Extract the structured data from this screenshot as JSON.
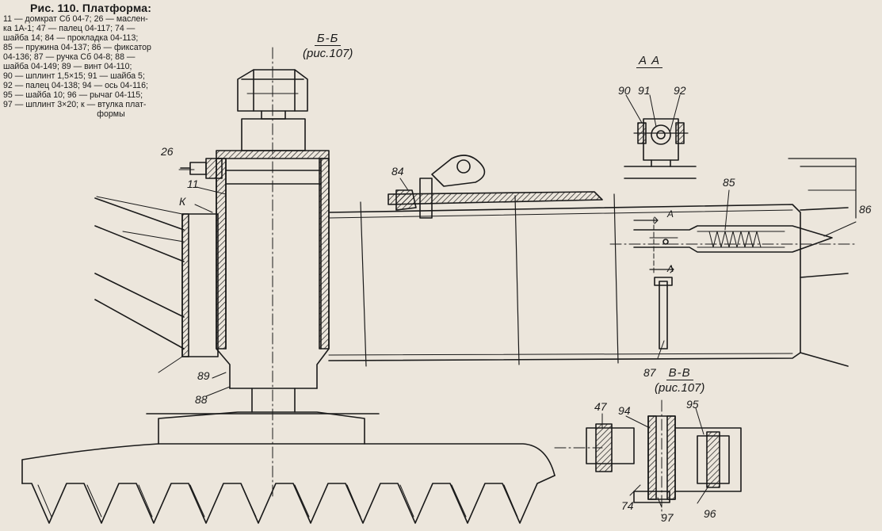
{
  "caption": {
    "title": "Рис. 110. Платформа:",
    "lines": [
      "11 — домкрат Сб 04-7; 26 — маслен-",
      "ка 1А-1; 47 — палец 04-117; 74 —",
      "шайба 14; 84 — прокладка 04-113;",
      "85 — пружина 04-137; 86 — фиксатор",
      "04-136; 87 — ручка Сб 04-8; 88 —",
      "шайба 04-149; 89 — винт 04-110;",
      "90 — шплинт 1,5×15; 91 — шайба 5;",
      "92 — палец 04-138; 94 — ось 04-116;",
      "95 — шайба 10; 96 — рычаг 04-115;",
      "97 — шплинт 3×20; к — втулка плат-"
    ],
    "last_line": "формы"
  },
  "sections": {
    "bb": {
      "title": "Б-Б",
      "ref": "(рис.107)"
    },
    "aa": {
      "title": "А  А"
    },
    "vv": {
      "title": "В-В",
      "ref": "(рис.107)"
    }
  },
  "callouts": {
    "c11": "11",
    "c26": "26",
    "ck": "К",
    "c84": "84",
    "c85": "85",
    "c86": "86",
    "c87": "87",
    "c88": "88",
    "c89": "89",
    "c90": "90",
    "c91": "91",
    "c92": "92",
    "c47": "47",
    "c94": "94",
    "c95": "95",
    "c96": "96",
    "c74": "74",
    "c97": "97",
    "arrowA": "А"
  },
  "colors": {
    "ink": "#1a1a1a",
    "paper": "#ece6dc"
  }
}
